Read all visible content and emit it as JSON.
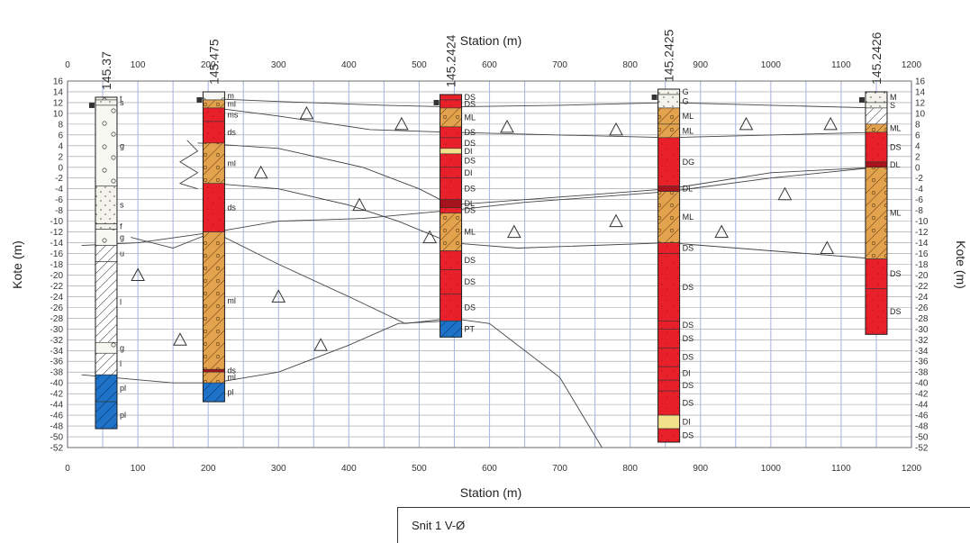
{
  "chart_data": {
    "type": "geological_profile",
    "xlabel": "Station (m)",
    "ylabel": "Kote (m)",
    "xlim": [
      0,
      1200
    ],
    "ylim": [
      -52,
      16
    ],
    "x_ticks": [
      0,
      100,
      200,
      300,
      400,
      500,
      600,
      700,
      800,
      900,
      1000,
      1100,
      1200
    ],
    "y_ticks": [
      16,
      14,
      12,
      10,
      8,
      6,
      4,
      2,
      0,
      -2,
      -4,
      -6,
      -8,
      -10,
      -12,
      -14,
      -16,
      -18,
      -20,
      -22,
      -24,
      -26,
      -28,
      -30,
      -32,
      -34,
      -36,
      -38,
      -40,
      -42,
      -44,
      -46,
      -48,
      -50,
      -52
    ],
    "x_grid_step": 50,
    "grid": true,
    "colors": {
      "sand_gravel_pale": "#f7f7f2",
      "sand_dotted": "#f2f2ea",
      "clay_hatched": "#ffffff",
      "bedrock_blue": "#1e73c9",
      "moraine_orange": "#e3a24d",
      "red_sand": "#e8202a",
      "dark_red": "#a5141c",
      "yellow": "#f2e08a",
      "grid": "#aeb9e3"
    },
    "boreholes": [
      {
        "id": "145.37",
        "station": 55,
        "top": 13,
        "layers": [
          {
            "from": 13,
            "to": 12.5,
            "code": "t",
            "fill": "sand_gravel_pale"
          },
          {
            "from": 12.5,
            "to": 11.5,
            "code": "s",
            "fill": "sand_dotted"
          },
          {
            "from": 11.5,
            "to": -3.5,
            "code": "g",
            "fill": "sand_gravel_pale"
          },
          {
            "from": -3.5,
            "to": -10.5,
            "code": "s",
            "fill": "sand_dotted"
          },
          {
            "from": -10.5,
            "to": -11.5,
            "code": "f",
            "fill": "sand_dotted"
          },
          {
            "from": -11.5,
            "to": -14.5,
            "code": "g",
            "fill": "sand_gravel_pale"
          },
          {
            "from": -14.5,
            "to": -17.5,
            "code": "u",
            "fill": "clay_hatched"
          },
          {
            "from": -17.5,
            "to": -32.5,
            "code": "l",
            "fill": "clay_hatched"
          },
          {
            "from": -32.5,
            "to": -34.5,
            "code": "g",
            "fill": "sand_gravel_pale"
          },
          {
            "from": -34.5,
            "to": -38.5,
            "code": "l",
            "fill": "clay_hatched"
          },
          {
            "from": -38.5,
            "to": -43.5,
            "code": "pl",
            "fill": "bedrock_blue"
          },
          {
            "from": -43.5,
            "to": -48.5,
            "code": "pl",
            "fill": "bedrock_blue"
          }
        ]
      },
      {
        "id": "145.475",
        "station": 208,
        "top": 14,
        "layers": [
          {
            "from": 14,
            "to": 12.5,
            "code": "m",
            "fill": "sand_gravel_pale"
          },
          {
            "from": 12.5,
            "to": 11,
            "code": "ml",
            "fill": "moraine_orange"
          },
          {
            "from": 11,
            "to": 8.5,
            "code": "ms",
            "fill": "red_sand"
          },
          {
            "from": 8.5,
            "to": 4.5,
            "code": "ds",
            "fill": "red_sand"
          },
          {
            "from": 4.5,
            "to": -3,
            "code": "ml",
            "fill": "moraine_orange"
          },
          {
            "from": -3,
            "to": -12,
            "code": "ds",
            "fill": "red_sand"
          },
          {
            "from": -12,
            "to": -37.5,
            "code": "ml",
            "fill": "moraine_orange"
          },
          {
            "from": -37.5,
            "to": -38,
            "code": "ds",
            "fill": "dark_red"
          },
          {
            "from": -38,
            "to": -40,
            "code": "ml",
            "fill": "moraine_orange"
          },
          {
            "from": -40,
            "to": -43.5,
            "code": "pl",
            "fill": "bedrock_blue"
          }
        ]
      },
      {
        "id": "145.2424",
        "station": 545,
        "top": 13.5,
        "layers": [
          {
            "from": 13.5,
            "to": 12.5,
            "code": "DS",
            "fill": "red_sand"
          },
          {
            "from": 12.5,
            "to": 11,
            "code": "DS",
            "fill": "red_sand"
          },
          {
            "from": 11,
            "to": 7.5,
            "code": "ML",
            "fill": "moraine_orange"
          },
          {
            "from": 7.5,
            "to": 5.5,
            "code": "DS",
            "fill": "red_sand"
          },
          {
            "from": 5.5,
            "to": 3.5,
            "code": "DS",
            "fill": "red_sand"
          },
          {
            "from": 3.5,
            "to": 2.5,
            "code": "DI",
            "fill": "yellow"
          },
          {
            "from": 2.5,
            "to": 0,
            "code": "DS",
            "fill": "red_sand"
          },
          {
            "from": 0,
            "to": -2,
            "code": "DI",
            "fill": "red_sand"
          },
          {
            "from": -2,
            "to": -6,
            "code": "DS",
            "fill": "red_sand"
          },
          {
            "from": -6,
            "to": -7.5,
            "code": "DL",
            "fill": "dark_red"
          },
          {
            "from": -7.5,
            "to": -8.5,
            "code": "DS",
            "fill": "red_sand"
          },
          {
            "from": -8.5,
            "to": -15.5,
            "code": "ML",
            "fill": "moraine_orange"
          },
          {
            "from": -15.5,
            "to": -19,
            "code": "DS",
            "fill": "red_sand"
          },
          {
            "from": -19,
            "to": -23.5,
            "code": "DS",
            "fill": "red_sand"
          },
          {
            "from": -23.5,
            "to": -28.5,
            "code": "DS",
            "fill": "red_sand"
          },
          {
            "from": -28.5,
            "to": -31.5,
            "code": "PT",
            "fill": "bedrock_blue"
          }
        ]
      },
      {
        "id": "145.2425",
        "station": 855,
        "top": 14.5,
        "layers": [
          {
            "from": 14.5,
            "to": 13.5,
            "code": "G",
            "fill": "sand_dotted"
          },
          {
            "from": 13.5,
            "to": 11,
            "code": "G",
            "fill": "sand_dotted"
          },
          {
            "from": 11,
            "to": 8,
            "code": "ML",
            "fill": "moraine_orange"
          },
          {
            "from": 8,
            "to": 5.5,
            "code": "ML",
            "fill": "moraine_orange"
          },
          {
            "from": 5.5,
            "to": -3.5,
            "code": "DG",
            "fill": "red_sand"
          },
          {
            "from": -3.5,
            "to": -4.5,
            "code": "DL",
            "fill": "dark_red"
          },
          {
            "from": -4.5,
            "to": -14,
            "code": "ML",
            "fill": "moraine_orange"
          },
          {
            "from": -14,
            "to": -16,
            "code": "DS",
            "fill": "red_sand"
          },
          {
            "from": -16,
            "to": -28.5,
            "code": "DS",
            "fill": "red_sand"
          },
          {
            "from": -28.5,
            "to": -30,
            "code": "DS",
            "fill": "red_sand"
          },
          {
            "from": -30,
            "to": -33.5,
            "code": "DS",
            "fill": "red_sand"
          },
          {
            "from": -33.5,
            "to": -37,
            "code": "DS",
            "fill": "red_sand"
          },
          {
            "from": -37,
            "to": -39.5,
            "code": "DI",
            "fill": "red_sand"
          },
          {
            "from": -39.5,
            "to": -41.5,
            "code": "DS",
            "fill": "red_sand"
          },
          {
            "from": -41.5,
            "to": -46,
            "code": "DS",
            "fill": "red_sand"
          },
          {
            "from": -46,
            "to": -48.5,
            "code": "DI",
            "fill": "yellow"
          },
          {
            "from": -48.5,
            "to": -51,
            "code": "DS",
            "fill": "red_sand"
          }
        ]
      },
      {
        "id": "145.2426",
        "station": 1150,
        "top": 14,
        "layers": [
          {
            "from": 14,
            "to": 12,
            "code": "M",
            "fill": "sand_dotted"
          },
          {
            "from": 12,
            "to": 11,
            "code": "S",
            "fill": "sand_dotted"
          },
          {
            "from": 11,
            "to": 8,
            "code": "",
            "fill": "clay_hatched"
          },
          {
            "from": 8,
            "to": 6.5,
            "code": "ML",
            "fill": "moraine_orange"
          },
          {
            "from": 6.5,
            "to": 1,
            "code": "DS",
            "fill": "red_sand"
          },
          {
            "from": 1,
            "to": 0,
            "code": "DL",
            "fill": "dark_red"
          },
          {
            "from": 0,
            "to": -17,
            "code": "ML",
            "fill": "moraine_orange"
          },
          {
            "from": -17,
            "to": -22.5,
            "code": "DS",
            "fill": "red_sand"
          },
          {
            "from": -22.5,
            "to": -31,
            "code": "DS",
            "fill": "red_sand"
          }
        ]
      }
    ],
    "boundaries": [
      [
        [
          190,
          12.8
        ],
        [
          300,
          12.2
        ],
        [
          450,
          11.5
        ],
        [
          545,
          11.2
        ],
        [
          700,
          11.5
        ],
        [
          855,
          12
        ],
        [
          1000,
          11.5
        ],
        [
          1150,
          11
        ]
      ],
      [
        [
          210,
          11
        ],
        [
          300,
          9.5
        ],
        [
          430,
          7
        ],
        [
          545,
          6.5
        ],
        [
          700,
          6
        ],
        [
          855,
          5.5
        ],
        [
          1000,
          6
        ],
        [
          1150,
          6.5
        ]
      ],
      [
        [
          185,
          4.5
        ],
        [
          300,
          3.5
        ],
        [
          420,
          0
        ],
        [
          500,
          -4
        ],
        [
          545,
          -7
        ],
        [
          650,
          -6
        ],
        [
          855,
          -4
        ],
        [
          1000,
          -1
        ],
        [
          1150,
          0
        ]
      ],
      [
        [
          20,
          -14.5
        ],
        [
          100,
          -14
        ],
        [
          210,
          -12
        ],
        [
          300,
          -10
        ],
        [
          420,
          -9.5
        ],
        [
          545,
          -8
        ],
        [
          650,
          -6.5
        ],
        [
          855,
          -4.5
        ],
        [
          1000,
          -2
        ],
        [
          1150,
          0
        ]
      ],
      [
        [
          90,
          -13
        ],
        [
          150,
          -15
        ],
        [
          208,
          -12
        ],
        [
          300,
          -18
        ],
        [
          400,
          -24
        ],
        [
          480,
          -29
        ],
        [
          545,
          -28
        ],
        [
          600,
          -29
        ],
        [
          700,
          -39
        ],
        [
          760,
          -52
        ]
      ],
      [
        [
          640,
          -15
        ],
        [
          855,
          -14
        ],
        [
          1000,
          -15.5
        ],
        [
          1150,
          -17
        ]
      ],
      [
        [
          20,
          -38.5
        ],
        [
          150,
          -40
        ],
        [
          208,
          -40
        ],
        [
          300,
          -38
        ],
        [
          400,
          -33
        ],
        [
          470,
          -29
        ],
        [
          545,
          -28.5
        ]
      ],
      [
        [
          208,
          -3
        ],
        [
          300,
          -4
        ],
        [
          400,
          -7
        ],
        [
          470,
          -10
        ],
        [
          545,
          -14
        ],
        [
          640,
          -15
        ]
      ]
    ],
    "wavy_line": [
      [
        170,
        5
      ],
      [
        185,
        3
      ],
      [
        160,
        1
      ],
      [
        185,
        -1
      ],
      [
        160,
        -3
      ],
      [
        185,
        -4
      ]
    ],
    "triangles": [
      [
        340,
        10
      ],
      [
        475,
        8
      ],
      [
        625,
        7.5
      ],
      [
        780,
        7
      ],
      [
        965,
        8
      ],
      [
        1085,
        8
      ],
      [
        275,
        -1
      ],
      [
        415,
        -7
      ],
      [
        515,
        -13
      ],
      [
        780,
        -10
      ],
      [
        930,
        -12
      ],
      [
        1020,
        -5
      ],
      [
        1080,
        -15
      ],
      [
        100,
        -20
      ],
      [
        300,
        -24
      ],
      [
        160,
        -32
      ],
      [
        360,
        -33
      ],
      [
        635,
        -12
      ]
    ]
  },
  "top_axis": {
    "label": "Station (m)"
  },
  "title_block": {
    "text": "Snit 1 V-Ø"
  }
}
